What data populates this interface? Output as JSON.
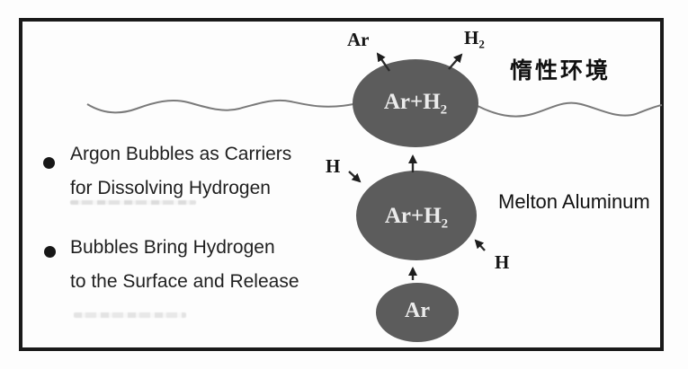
{
  "notes": [
    {
      "lines": [
        "Argon Bubbles as Carriers",
        "for Dissolving Hydrogen"
      ]
    },
    {
      "lines": [
        "Bubbles Bring Hydrogen",
        "to the Surface and Release"
      ]
    }
  ],
  "labels": {
    "inert_environment": "惰性环境",
    "molten_aluminum": "Melton Aluminum",
    "escaping_argon": "Ar",
    "escaping_hydrogen_base": "H",
    "escaping_hydrogen_sub": "2",
    "dissolved_hydrogen_left": "H",
    "dissolved_hydrogen_right": "H"
  },
  "bubbles": {
    "surface": {
      "base": "Ar+H",
      "sub": "2"
    },
    "rising": {
      "base": "Ar+H",
      "sub": "2"
    },
    "injected": {
      "label": "Ar"
    }
  },
  "colors": {
    "bubble_fill": "#5c5c5c",
    "frame_border": "#1a1a1a",
    "wave_line": "#7a7a7a",
    "arrow": "#2b2b2b",
    "text": "#1f1f1f"
  }
}
